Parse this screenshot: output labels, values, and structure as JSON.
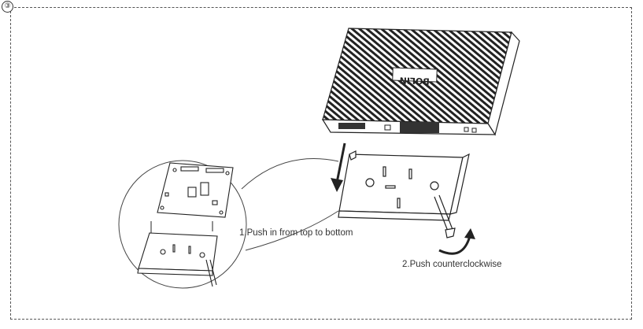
{
  "step": {
    "number": "③"
  },
  "captions": {
    "step1": "1.Push in from top to bottom",
    "step2": "2.Push counterclockwise"
  },
  "device": {
    "logo": "BOLIN"
  },
  "icons": [
    "arrow-down-icon",
    "rotate-counterclockwise-icon"
  ],
  "colors": {
    "line": "#222222",
    "background": "#ffffff",
    "frame": "#555555"
  }
}
